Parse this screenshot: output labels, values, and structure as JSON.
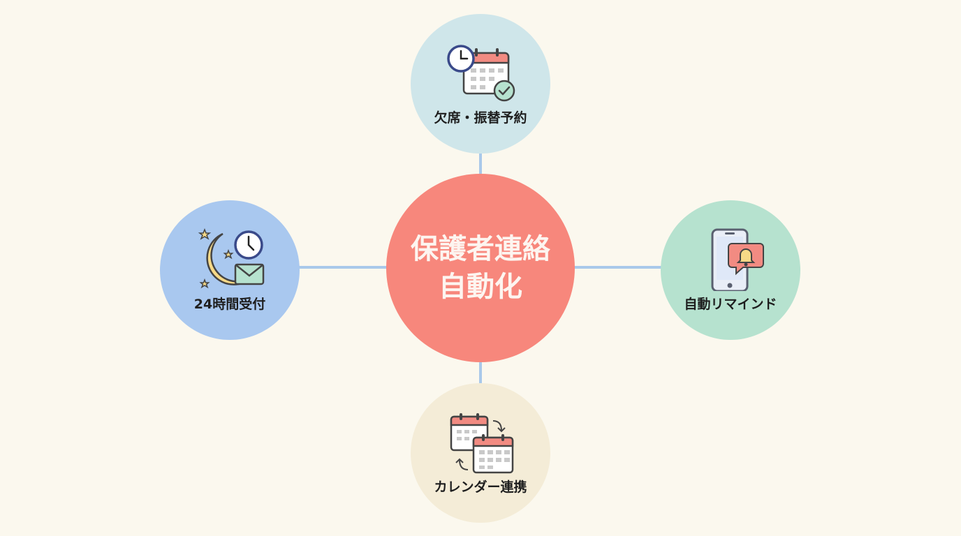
{
  "center": {
    "line1": "保護者連絡",
    "line2": "自動化",
    "color": "#f7877c"
  },
  "connector_color": "#a9c9ea",
  "nodes": {
    "top": {
      "label": "欠席・振替予約",
      "icon": "calendar-clock-check-icon",
      "color": "#cfe6ea"
    },
    "left": {
      "label": "24時間受付",
      "icon": "moon-clock-mail-icon",
      "color": "#a9c8ef"
    },
    "right": {
      "label": "自動リマインド",
      "icon": "phone-bell-icon",
      "color": "#b6e2cf"
    },
    "bottom": {
      "label": "カレンダー連携",
      "icon": "calendar-sync-icon",
      "color": "#f4ecd7"
    }
  }
}
